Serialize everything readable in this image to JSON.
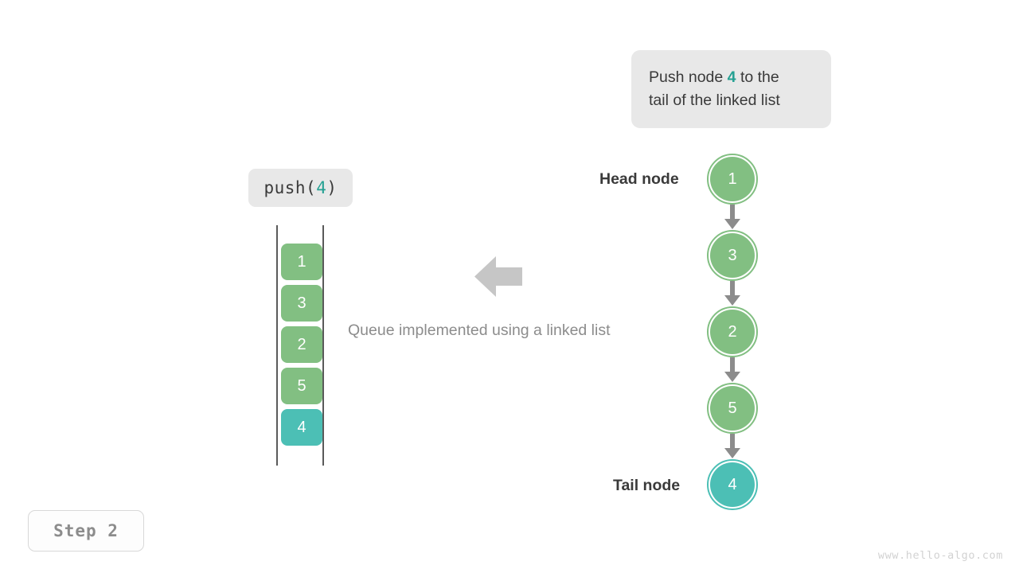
{
  "callout": {
    "line1_prefix": "Push node ",
    "line1_value": "4",
    "line1_suffix": " to the",
    "line2": "tail of the linked list"
  },
  "operation": {
    "label_prefix": "push(",
    "label_value": "4",
    "label_suffix": ")"
  },
  "caption": "Queue implemented using a linked list",
  "queue": {
    "cells": [
      {
        "value": "1",
        "accent": false
      },
      {
        "value": "3",
        "accent": false
      },
      {
        "value": "2",
        "accent": false
      },
      {
        "value": "5",
        "accent": false
      },
      {
        "value": "4",
        "accent": true
      }
    ]
  },
  "linked_list": {
    "head_label": "Head node",
    "tail_label": "Tail node",
    "nodes": [
      {
        "value": "1",
        "accent": false
      },
      {
        "value": "3",
        "accent": false
      },
      {
        "value": "2",
        "accent": false
      },
      {
        "value": "5",
        "accent": false
      },
      {
        "value": "4",
        "accent": true
      }
    ]
  },
  "step_badge": "Step 2",
  "watermark": "www.hello-algo.com",
  "colors": {
    "green": "#82bf82",
    "teal": "#4cbfb5",
    "teal_text": "#25a193",
    "gray_box": "#e8e8e8",
    "gray_arrow": "#c6c6c6",
    "gray_link": "#8c8c8c",
    "text_dark": "#3a3a3a",
    "text_muted": "#8c8c8c"
  },
  "icons": {
    "direction_arrow": "left-arrow-icon",
    "link_arrow": "down-arrow-icon"
  }
}
